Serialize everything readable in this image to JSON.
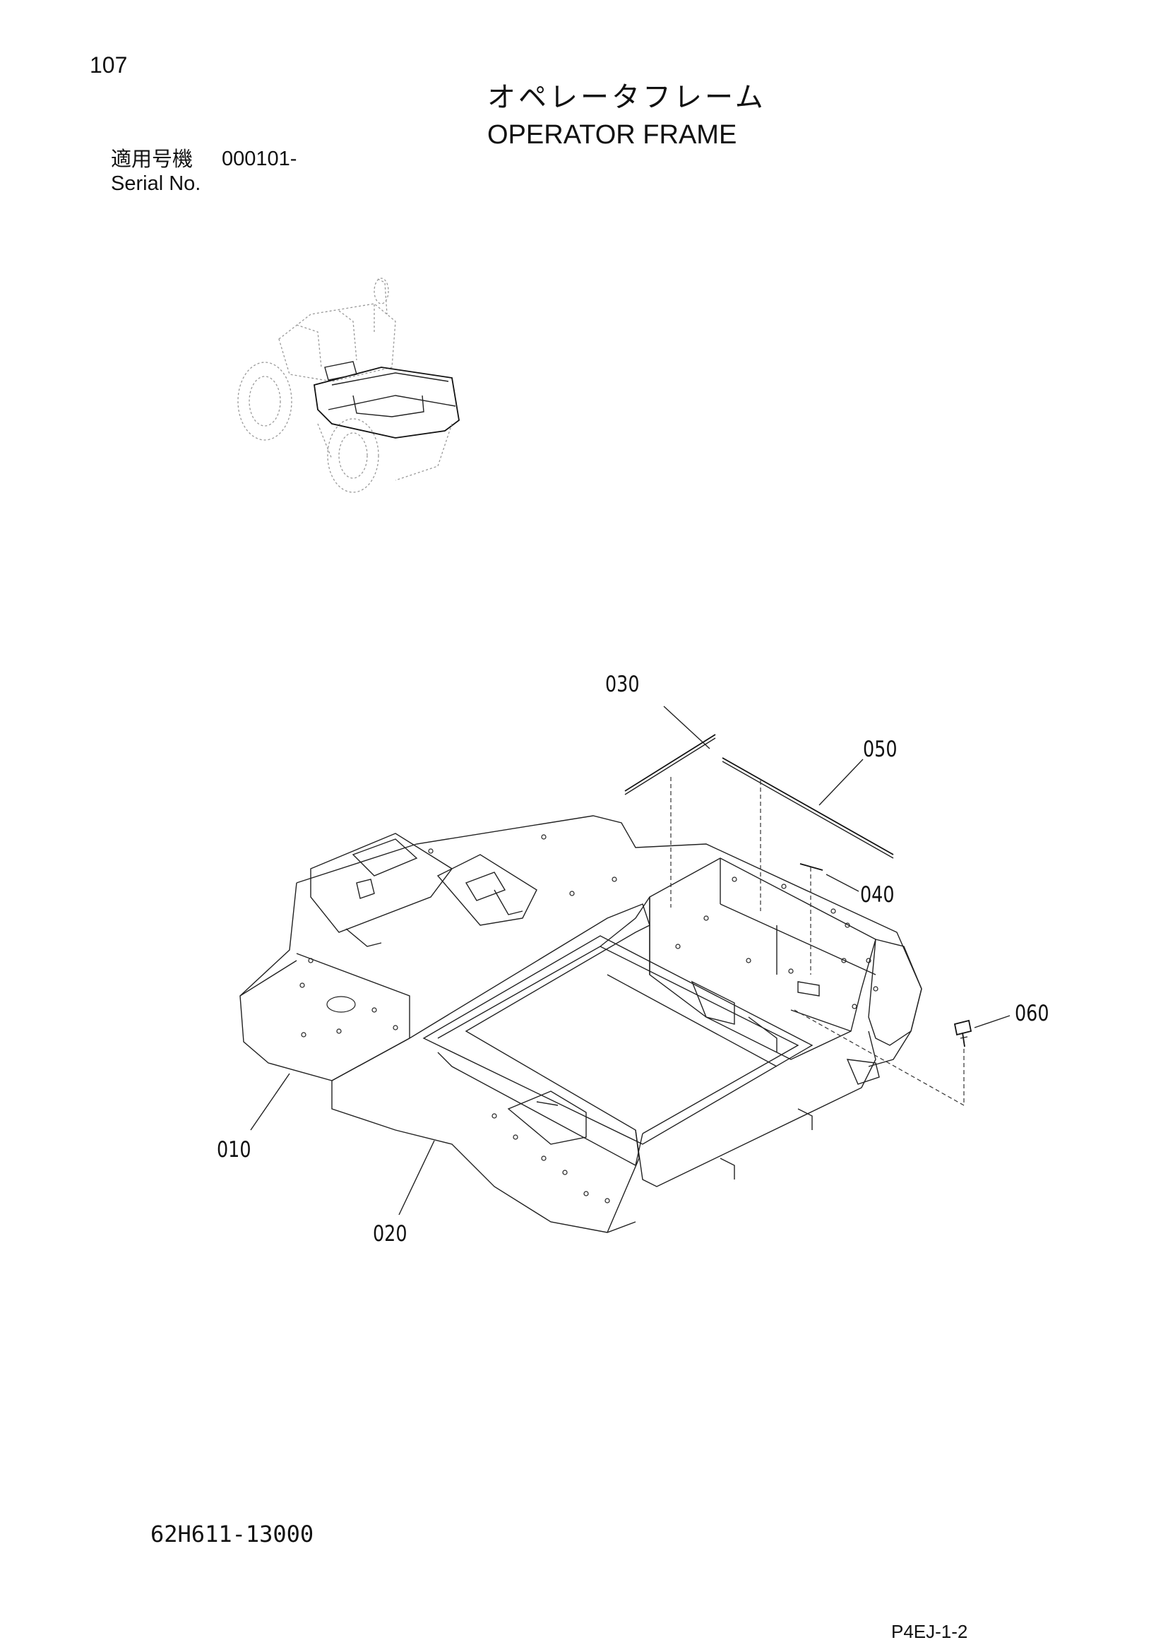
{
  "header": {
    "page_number": "107",
    "title_jp": "オペレータフレーム",
    "title_en": "OPERATOR FRAME",
    "serial_label_jp": "適用号機",
    "serial_value": "000101-",
    "serial_label_en": "Serial No."
  },
  "callouts": {
    "c010": "010",
    "c020": "020",
    "c030": "030",
    "c040": "040",
    "c050": "050",
    "c060": "060"
  },
  "footer": {
    "drawing_number": "62H611-13000",
    "page_code": "P4EJ-1-2"
  }
}
